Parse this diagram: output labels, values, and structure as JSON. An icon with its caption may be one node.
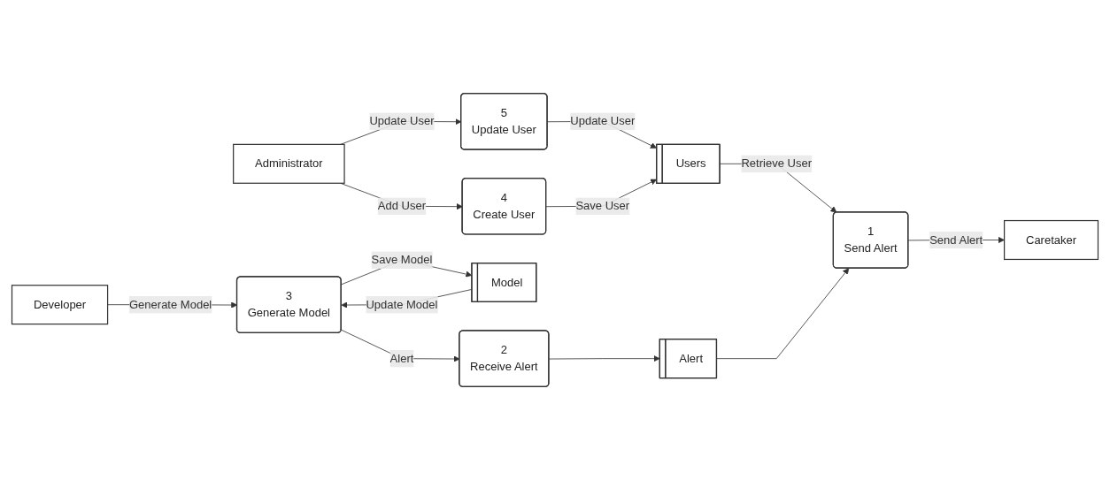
{
  "diagram": {
    "nodes": [
      {
        "text": [
          "Caretaker"
        ]
      },
      {
        "text": [
          "1",
          "Send Alert"
        ]
      },
      {
        "text": [
          "2",
          "Receive Alert"
        ]
      },
      {
        "text": [
          "3",
          "Generate Model"
        ]
      },
      {
        "text": [
          "Developer"
        ]
      },
      {
        "text": [
          "5",
          "Update User"
        ]
      },
      {
        "text": [
          "Users"
        ]
      },
      {
        "text": [
          "Alert"
        ]
      },
      {
        "text": [
          "Model"
        ]
      },
      {
        "text": [
          "Administrator"
        ]
      },
      {
        "text": [
          "4",
          "Create User"
        ]
      }
    ],
    "edges": [
      {
        "from": 1,
        "to": 0,
        "arrow": "to",
        "label": "Send Alert"
      },
      {
        "from": 6,
        "to": 1,
        "arrow": "to",
        "label": "Retrieve User"
      },
      {
        "from": 7,
        "to": 1,
        "arrow": "to"
      },
      {
        "from": 2,
        "to": 7,
        "arrow": "to"
      },
      {
        "from": 3,
        "to": 2,
        "arrow": "to",
        "label": "Alert"
      },
      {
        "from": 4,
        "to": 3,
        "arrow": "to",
        "label": "Generate Model"
      },
      {
        "from": 3,
        "to": 8,
        "arrow": "to",
        "label": "Save Model"
      },
      {
        "from": 8,
        "to": 3,
        "arrow": "to",
        "label": "Update Model"
      },
      {
        "from": 5,
        "to": 6,
        "arrow": "to",
        "label": "Update User"
      },
      {
        "from": 9,
        "to": 5,
        "arrow": "to",
        "label": "Update User"
      },
      {
        "from": 9,
        "to": 10,
        "arrow": "to",
        "label": "Add User"
      },
      {
        "from": 10,
        "to": 6,
        "arrow": "to",
        "label": "Save User"
      }
    ]
  }
}
